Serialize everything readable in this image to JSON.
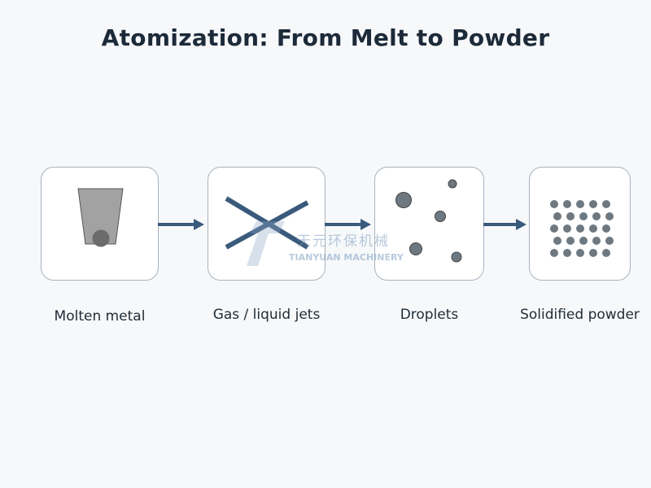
{
  "title": "Atomization: From Melt to Powder",
  "stages": [
    {
      "label": "Molten metal",
      "icon": "crucible-icon"
    },
    {
      "label": "Gas / liquid jets",
      "icon": "crossed-jets-icon"
    },
    {
      "label": "Droplets",
      "icon": "droplets-icon"
    },
    {
      "label": "Solidified powder",
      "icon": "powder-grid-icon"
    }
  ],
  "watermark": {
    "chinese": "天元环保机械",
    "english": "TIANYUAN MACHINERY"
  },
  "colors": {
    "arrow": "#3a5a7c",
    "jets": "#3a5a7c",
    "particle": "#6e7880",
    "crucible": "#a2a2a2",
    "title": "#1c2a39"
  }
}
